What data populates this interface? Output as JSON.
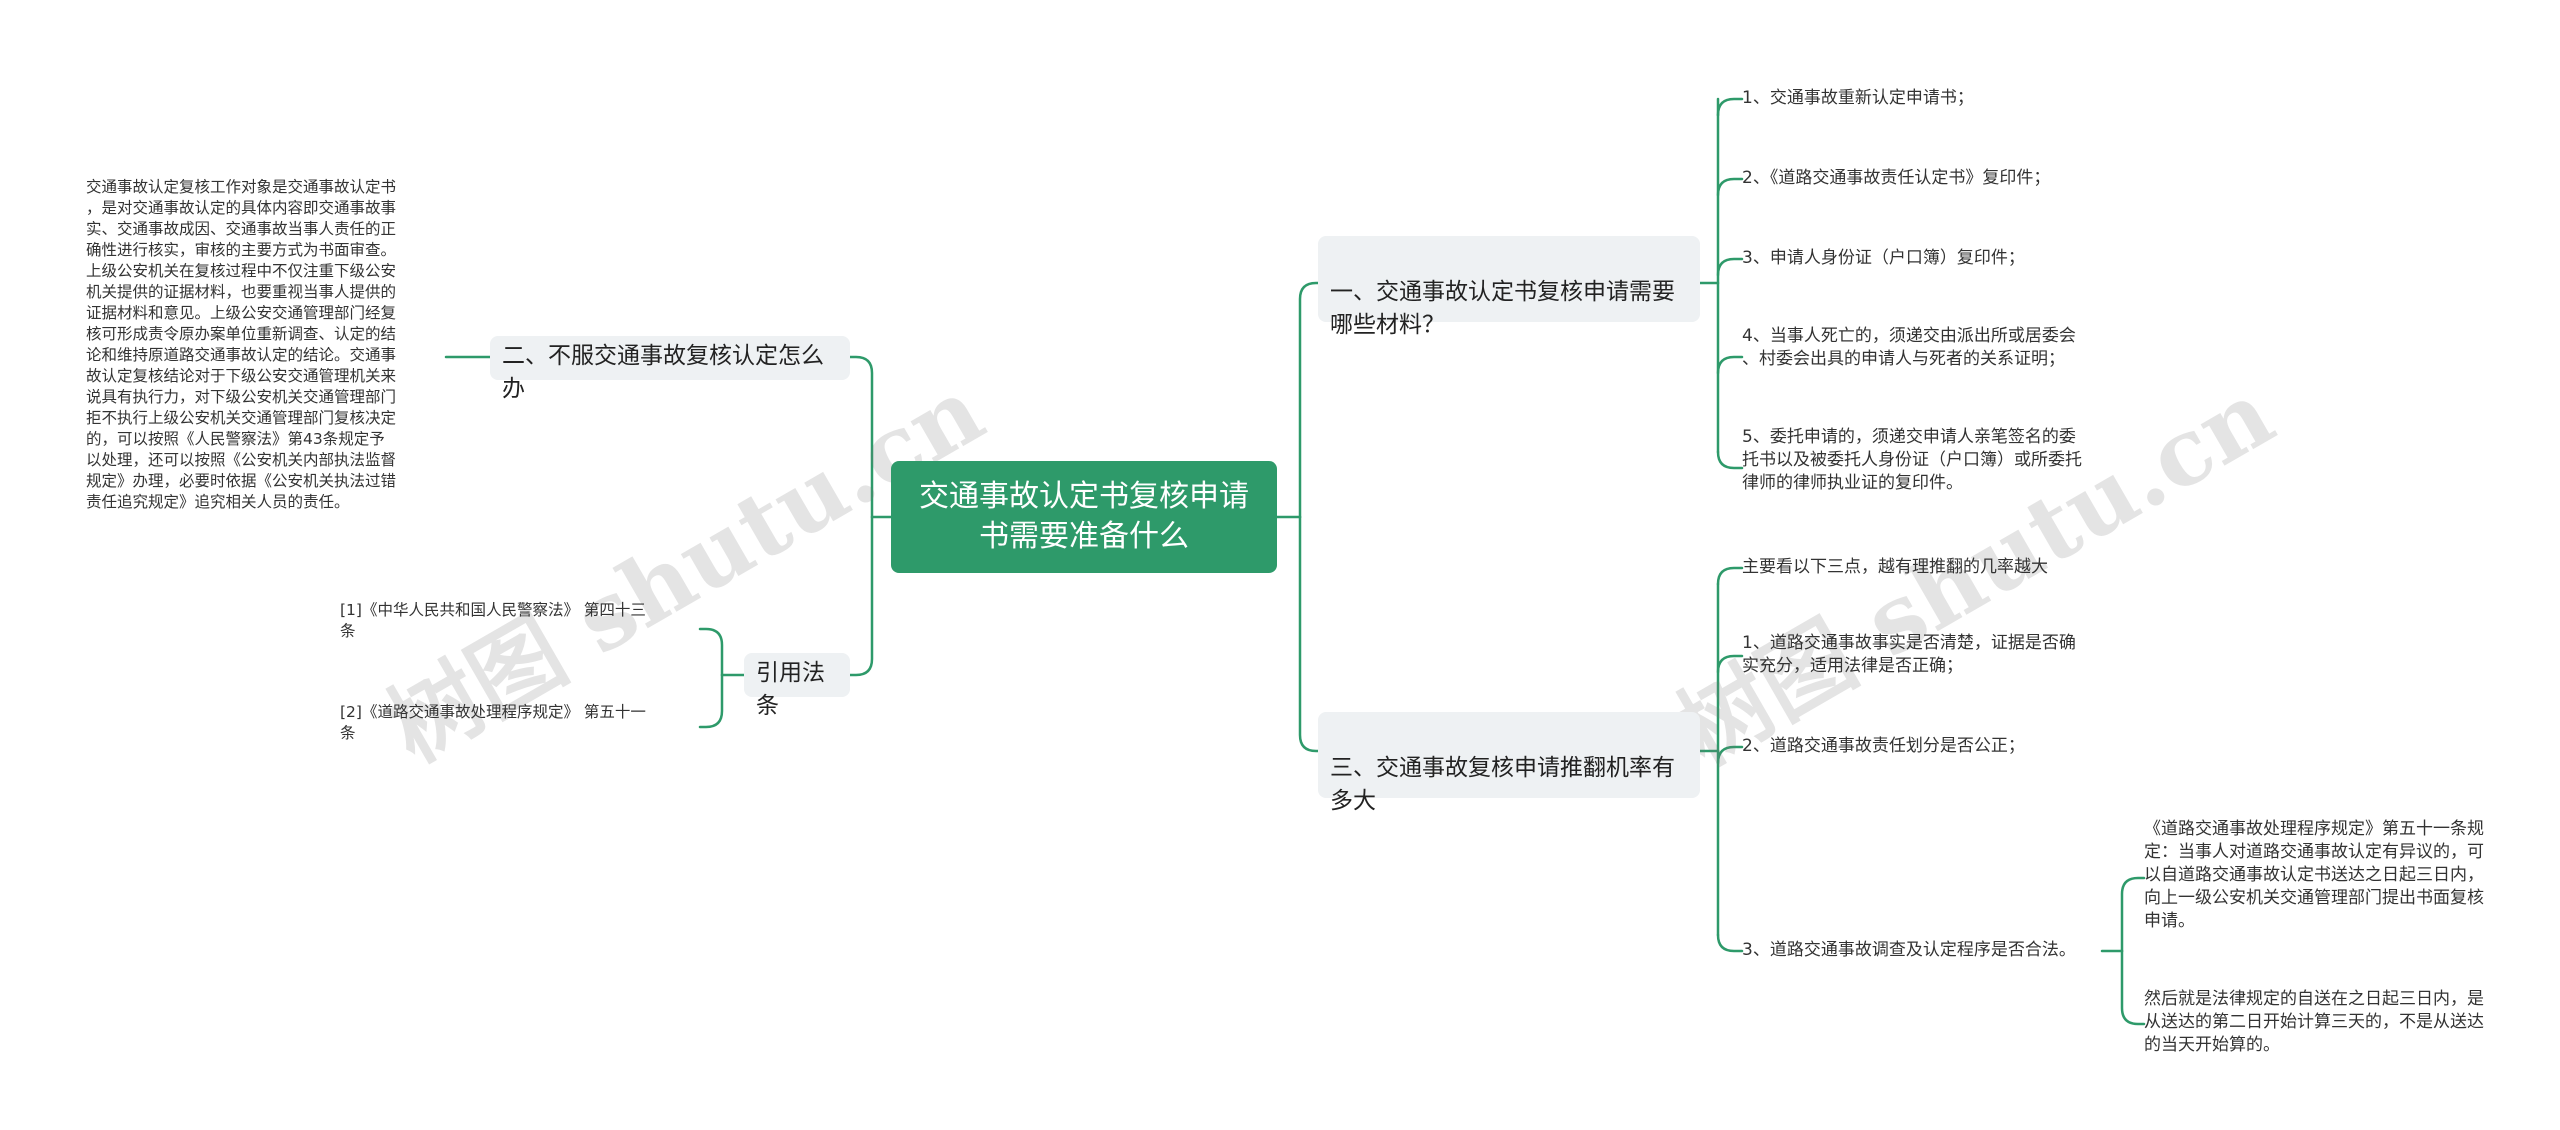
{
  "root": {
    "title": "交通事故认定书复核申请书需要准备什么"
  },
  "left": {
    "b2": {
      "label": "二、不服交通事故复核认定怎么办",
      "note": "交通事故认定复核工作对象是交通事故认定书\n，是对交通事故认定的具体内容即交通事故事\n实、交通事故成因、交通事故当事人责任的正\n确性进行核实，审核的主要方式为书面审查。\n上级公安机关在复核过程中不仅注重下级公安\n机关提供的证据材料，也要重视当事人提供的\n证据材料和意见。上级公安交通管理部门经复\n核可形成责令原办案单位重新调查、认定的结\n论和维持原道路交通事故认定的结论。交通事\n故认定复核结论对于下级公安交通管理机关来\n说具有执行力，对下级公安机关交通管理部门\n拒不执行上级公安机关交通管理部门复核决定\n的，可以按照《人民警察法》第43条规定予\n以处理，还可以按照《公安机关内部执法监督\n规定》办理，必要时依据《公安机关执法过错\n责任追究规定》追究相关人员的责任。"
    },
    "cite": {
      "label": "引用法条",
      "items": [
        "[1]《中华人民共和国人民警察法》 第四十三\n条",
        "[2]《道路交通事故处理程序规定》 第五十一\n条"
      ]
    }
  },
  "right": {
    "b1": {
      "label": "一、交通事故认定书复核申请需要\n哪些材料？",
      "items": [
        "1、交通事故重新认定申请书；",
        "2、《道路交通事故责任认定书》复印件；",
        "3、申请人身份证（户口簿）复印件；",
        "4、当事人死亡的，须递交由派出所或居委会\n、村委会出具的申请人与死者的关系证明；",
        "5、委托申请的，须递交申请人亲笔签名的委\n托书以及被委托人身份证（户口簿）或所委托\n律师的律师执业证的复印件。"
      ]
    },
    "b3": {
      "label": "三、交通事故复核申请推翻机率有\n多大",
      "items": [
        "主要看以下三点，越有理推翻的几率越大",
        "1、道路交通事故事实是否清楚，证据是否确\n实充分，适用法律是否正确；",
        "2、道路交通事故责任划分是否公正；",
        "3、道路交通事故调查及认定程序是否合法。"
      ],
      "sub": [
        "《道路交通事故处理程序规定》第五十一条规\n定：当事人对道路交通事故认定有异议的，可\n以自道路交通事故认定书送达之日起三日内，\n向上一级公安机关交通管理部门提出书面复核\n申请。",
        "然后就是法律规定的自送在之日起三日内，是\n从送达的第二日开始计算三天的，不是从送达\n的当天开始算的。"
      ]
    }
  },
  "watermark": [
    "树图 shutu.cn",
    "树图 shutu.cn"
  ],
  "colors": {
    "root_bg": "#2e9a6a",
    "branch_bg": "#eef1f3",
    "line": "#2e9a6a"
  }
}
